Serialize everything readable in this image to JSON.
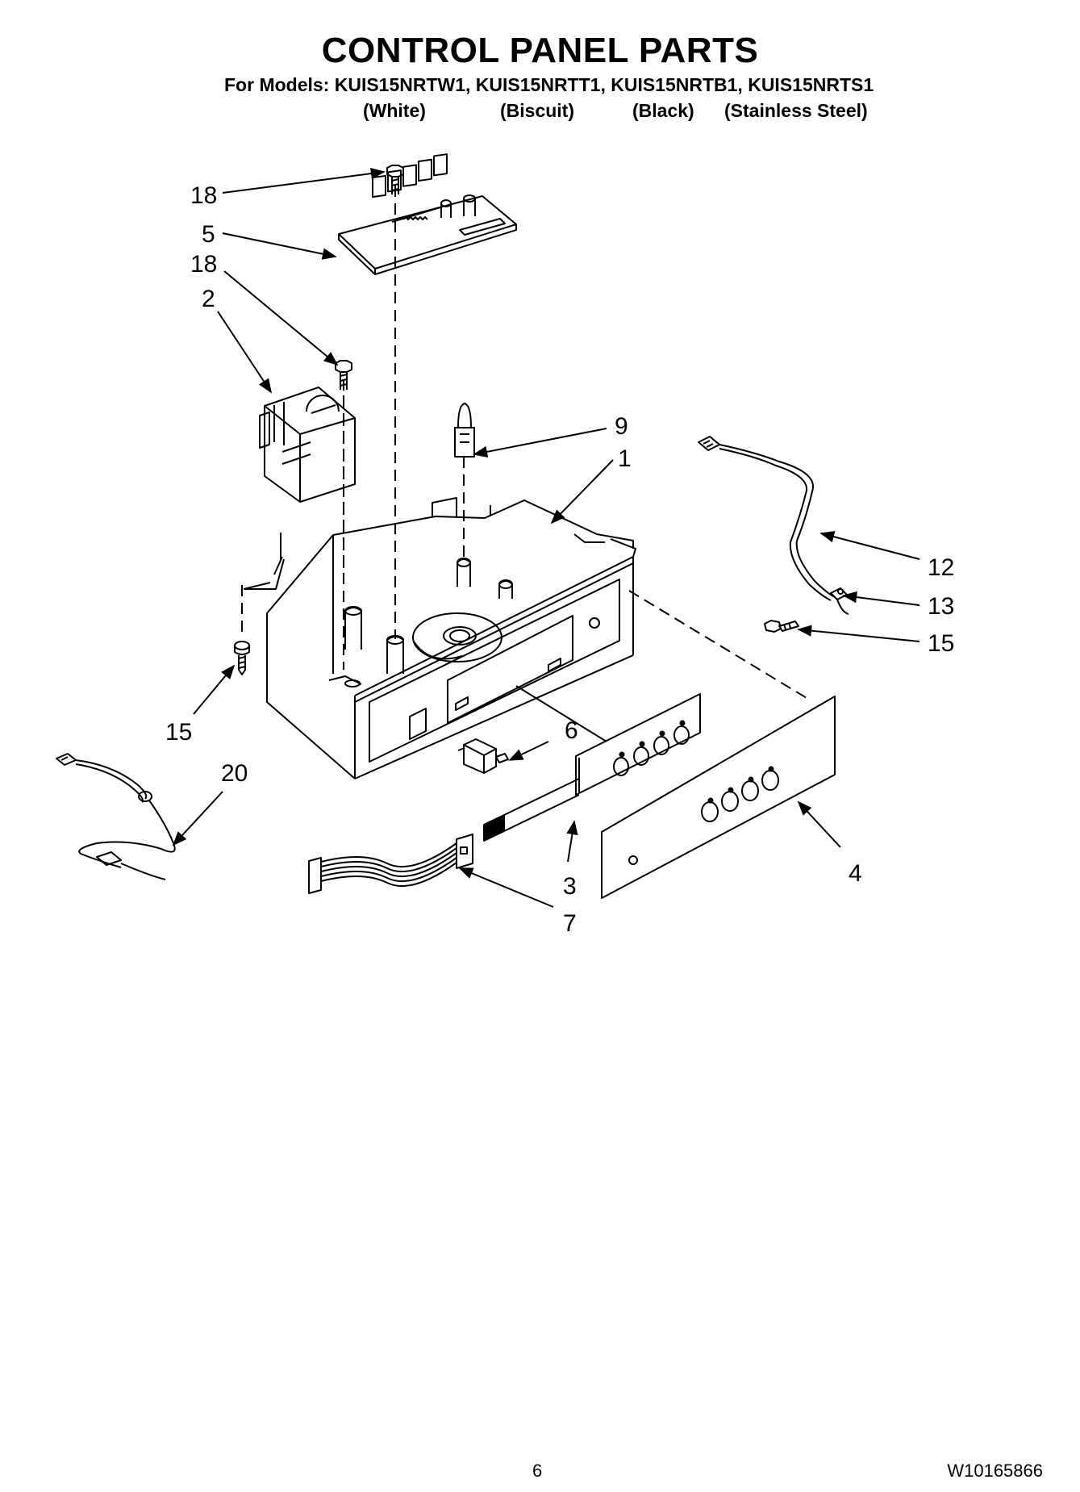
{
  "header": {
    "title": "CONTROL PANEL PARTS",
    "models_line": "For Models: KUIS15NRTW1, KUIS15NRTT1, KUIS15NRTB1, KUIS15NRTS1",
    "variants": [
      "(White)",
      "(Biscuit)",
      "(Black)",
      "(Stainless Steel)"
    ]
  },
  "callouts": [
    "18",
    "5",
    "18",
    "2",
    "9",
    "1",
    "12",
    "13",
    "15",
    "15",
    "6",
    "20",
    "3",
    "7",
    "4"
  ],
  "footer": {
    "page_number": "6",
    "document_number": "W10165866"
  }
}
